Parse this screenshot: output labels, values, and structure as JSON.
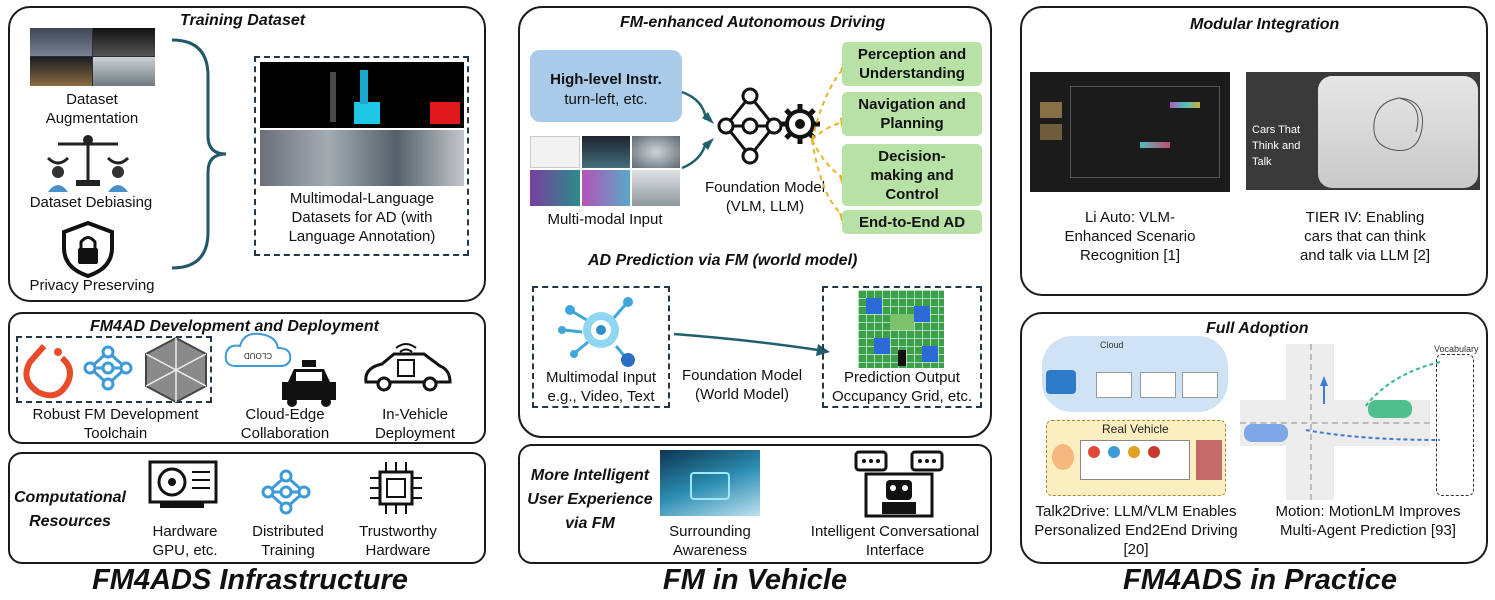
{
  "infrastructure": {
    "section_title": "FM4ADS Infrastructure",
    "training": {
      "title": "Training Dataset",
      "items": [
        "Dataset Augmentation",
        "Dataset Debiasing",
        "Privacy Preserving"
      ],
      "datasets_label": "Multimodal-Language Datasets for AD (with Language Annotation)"
    },
    "development": {
      "title": "FM4AD Development and Deployment",
      "items": [
        "Robust FM Development Toolchain",
        "Cloud-Edge Collaboration",
        "In-Vehicle Deployment"
      ],
      "cloud_text": "CLOUD"
    },
    "computational": {
      "title": "Computational Resources",
      "items": [
        "Hardware GPU, etc.",
        "Distributed Training",
        "Trustworthy Hardware"
      ]
    }
  },
  "vehicle": {
    "section_title": "FM in Vehicle",
    "autonomous": {
      "title": "FM-enhanced Autonomous Driving",
      "instr_title": "High-level Instr.",
      "instr_sub": "turn-left, etc.",
      "input_label": "Multi-modal Input",
      "fm_label": "Foundation Model (VLM, LLM)",
      "outputs": [
        "Perception and Understanding",
        "Navigation and Planning",
        "Decision-making and Control",
        "End-to-End AD"
      ]
    },
    "prediction": {
      "title": "AD Prediction via FM (world model)",
      "input_label": "Multimodal Input e.g., Video, Text",
      "fm_label": "Foundation Model (World Model)",
      "output_label": "Prediction Output Occupancy Grid, etc."
    },
    "ux": {
      "title": "More Intelligent User Experience via FM",
      "items": [
        "Surrounding Awareness",
        "Intelligent Conversational Interface"
      ]
    }
  },
  "practice": {
    "section_title": "FM4ADS in Practice",
    "modular": {
      "title": "Modular Integration",
      "items": [
        "Li Auto: VLM-Enhanced Scenario Recognition [1]",
        "TIER IV: Enabling cars that can think and talk via LLM [2]"
      ],
      "tier_overlay": "Cars That Think and Talk"
    },
    "full": {
      "title": "Full Adoption",
      "items": [
        "Talk2Drive: LLM/VLM Enables Personalized End2End Driving  [20]",
        "Motion: MotionLM Improves Multi-Agent Prediction [93]"
      ],
      "cloud_label": "Cloud",
      "real_vehicle": "Real Vehicle",
      "vocab_label": "Vocabulary"
    }
  },
  "colors": {
    "instr_blue": "#a9cbe9",
    "output_green": "#b7e1a5",
    "arrow_yellow": "#e6b52b",
    "icon_blue": "#3d9ad8",
    "teal": "#1f5f6e"
  }
}
